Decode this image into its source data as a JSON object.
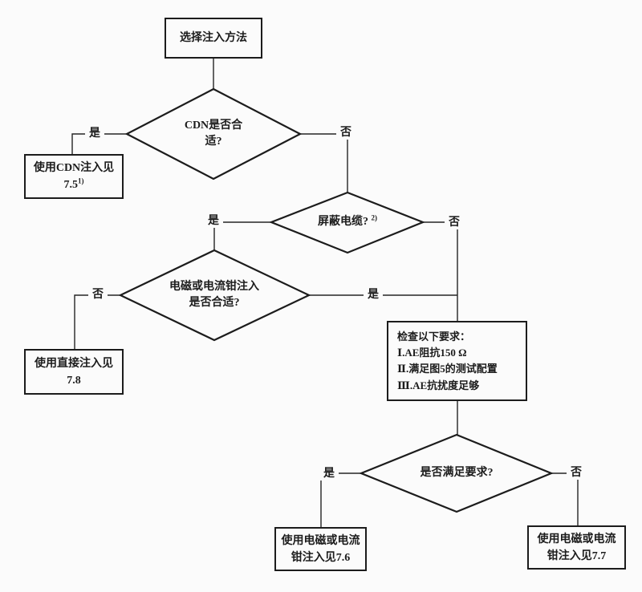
{
  "page": {
    "background": "#fbfbfb",
    "line_color": "#1c1c1c"
  },
  "flowchart": {
    "start": {
      "label": "选择注入方法"
    },
    "decision_cdn": {
      "line1": "CDN是否合",
      "line2": "适?"
    },
    "box_cdn": {
      "line1": "使用CDN注入见",
      "line2": "7.5",
      "sup": "1)"
    },
    "decision_shielded": {
      "label": "屏蔽电缆?",
      "sup": "2)"
    },
    "decision_clamp_suitable": {
      "line1": "电磁或电流钳注入",
      "line2": "是否合适?"
    },
    "box_direct": {
      "line1": "使用直接注入见",
      "line2": "7.8"
    },
    "requirements": {
      "title": "检查以下要求：",
      "items": [
        "Ⅰ.AE阻抗150 Ω",
        "Ⅱ.满足图5的测试配置",
        "Ⅲ.AE抗扰度足够"
      ]
    },
    "decision_meets": {
      "label": "是否满足要求?"
    },
    "box_clamp_76": {
      "line1": "使用电磁或电流",
      "line2": "钳注入见7.6"
    },
    "box_clamp_77": {
      "line1": "使用电磁或电流",
      "line2": "钳注入见7.7"
    },
    "branches": {
      "d1_yes": "是",
      "d1_no": "否",
      "d2_yes": "是",
      "d2_no": "否",
      "d3_no": "否",
      "d3_yes": "是",
      "d4_yes": "是",
      "d4_no": "否"
    }
  }
}
